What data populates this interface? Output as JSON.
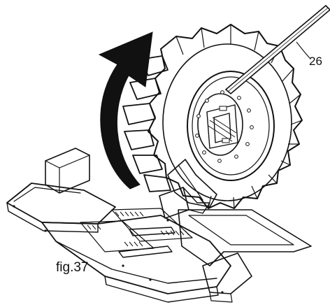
{
  "figure": {
    "caption": "fig.37",
    "callouts": [
      {
        "label": "26",
        "refers_to": "lever-bar"
      }
    ],
    "parts": {
      "arrow": "rotation-arrow",
      "wheel": "tractor-tire",
      "rim": "wheel-rim",
      "lever": "lever-bar",
      "machine": "tire-changer-base"
    },
    "colors": {
      "ink": "#111111",
      "paper": "#ffffff",
      "arrow_fill": "#111111"
    }
  }
}
